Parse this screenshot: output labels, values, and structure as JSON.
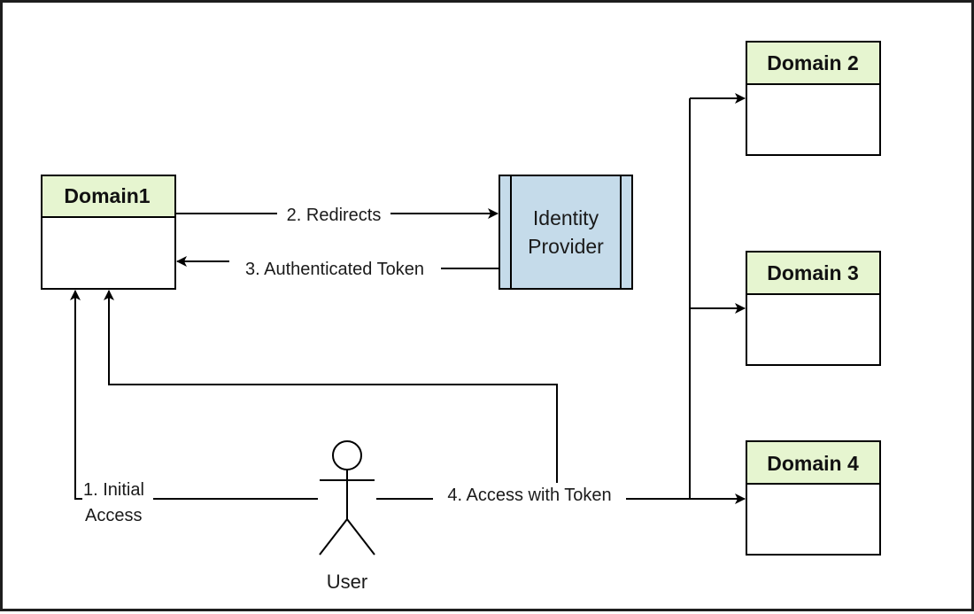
{
  "diagram": {
    "domains": [
      {
        "id": "domain1",
        "title": "Domain1"
      },
      {
        "id": "domain2",
        "title": "Domain 2"
      },
      {
        "id": "domain3",
        "title": "Domain 3"
      },
      {
        "id": "domain4",
        "title": "Domain 4"
      }
    ],
    "identity_provider": {
      "line1": "Identity",
      "line2": "Provider"
    },
    "actor": {
      "label": "User"
    },
    "edges": {
      "initial_access": {
        "line1": "1. Initial",
        "line2": "Access"
      },
      "redirects": "2. Redirects",
      "authenticated_token": "3. Authenticated Token",
      "access_with_token": "4. Access with Token"
    },
    "colors": {
      "domain_header_fill": "#e6f5d0",
      "idp_fill": "#c5dbea",
      "stroke": "#000000",
      "frame": "#1e1e1e"
    }
  }
}
